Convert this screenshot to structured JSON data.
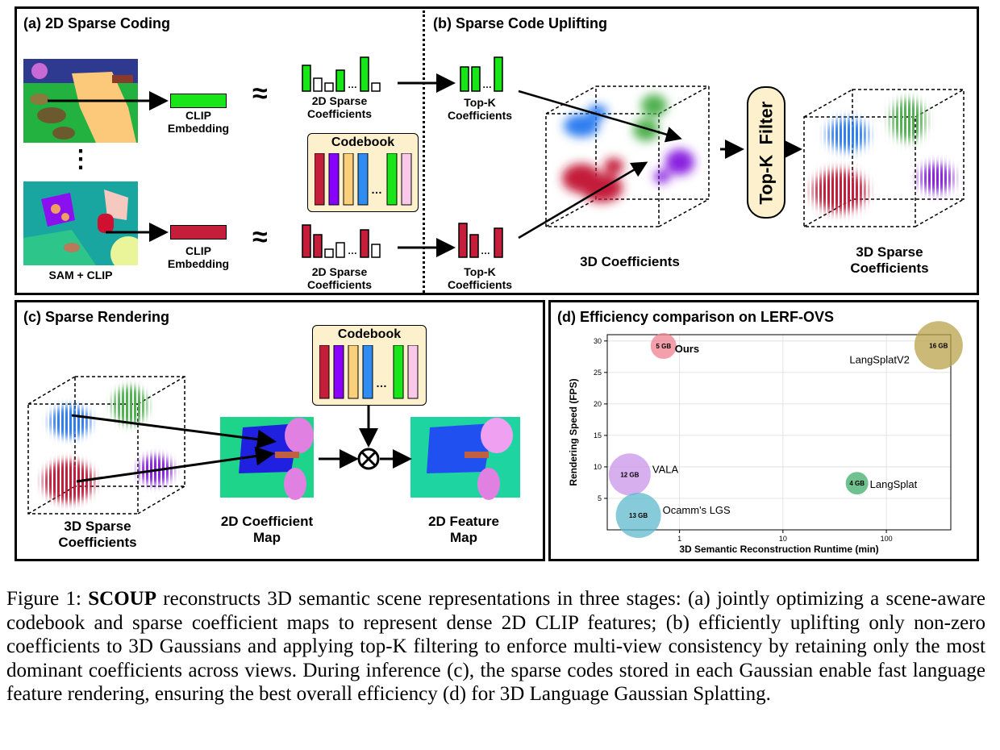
{
  "panel_a": {
    "title": "(a) 2D Sparse Coding",
    "clip_embedding_1": "CLIP\nEmbedding",
    "clip_embedding_2": "CLIP\nEmbedding",
    "approx": "≈",
    "sparse_coeffs_1": "2D Sparse\nCoefficients",
    "sparse_coeffs_2": "2D Sparse\nCoefficients",
    "codebook": "Codebook",
    "vdots": "⋮",
    "sam_clip": "SAM + CLIP"
  },
  "panel_b": {
    "title": "(b) Sparse Code Uplifting",
    "topk_1": "Top-K\nCoefficients",
    "topk_2": "Top-K\nCoefficients",
    "coeffs_3d": "3D Coefficients",
    "topk_filter": "Top-K  Filter",
    "sparse_3d": "3D Sparse\nCoefficients"
  },
  "panel_c": {
    "title": "(c) Sparse Rendering",
    "codebook": "Codebook",
    "sparse_3d": "3D Sparse\nCoefficients",
    "coeff_map": "2D Coefficient\nMap",
    "feature_map": "2D Feature\nMap",
    "otimes": "⊗"
  },
  "colors": {
    "green": "#19e619",
    "red": "#c41e3a",
    "codebook_bg": "#fdf0cc",
    "purple": "#8a00ff",
    "yellow": "#fcd07a",
    "blue": "#2f8cf0",
    "pink": "#f9c8ea"
  },
  "chart_data": {
    "type": "scatter",
    "title": "(d) Efficiency comparison on LERF-OVS",
    "xlabel": "3D Semantic Reconstruction Runtime (min)",
    "ylabel": "Rendering Speed (FPS)",
    "xscale": "log",
    "xlim": [
      0.2,
      420
    ],
    "ylim": [
      0,
      31
    ],
    "xticks": [
      1,
      10,
      100
    ],
    "xtick_labels": [
      "1",
      "10",
      "100"
    ],
    "yticks": [
      5,
      10,
      15,
      20,
      25,
      30
    ],
    "ytick_labels": [
      "5",
      "10",
      "15",
      "20",
      "25",
      "30"
    ],
    "grid": true,
    "points": [
      {
        "name": "Ours",
        "x": 0.7,
        "y": 29.2,
        "memory": "5 GB",
        "color": "#f08090",
        "bold": true
      },
      {
        "name": "LangSplatV2",
        "x": 320,
        "y": 29.3,
        "memory": "16 GB",
        "color": "#b8a24a",
        "bold": false
      },
      {
        "name": "VALA",
        "x": 0.33,
        "y": 8.8,
        "memory": "12 GB",
        "color": "#c994e8",
        "bold": false
      },
      {
        "name": "LangSplat",
        "x": 52,
        "y": 7.4,
        "memory": "4 GB",
        "color": "#3fae6a",
        "bold": false
      },
      {
        "name": "Ocamm's LGS",
        "x": 0.4,
        "y": 2.3,
        "memory": "13 GB",
        "color": "#5fb8cc",
        "bold": false
      }
    ]
  },
  "caption": {
    "fig_label": "Figure 1: ",
    "bold_name": "SCOUP",
    "text": " reconstructs 3D semantic scene representations in three stages: (a) jointly optimizing a scene-aware codebook and sparse coefficient maps to represent dense 2D CLIP features; (b) efficiently uplifting only non-zero coefficients to 3D Gaussians and applying top-K filtering to enforce multi-view consistency by retaining only the most dominant coefficients across views. During inference (c), the sparse codes stored in each Gaussian enable fast language feature rendering, ensuring the best overall efficiency (d) for 3D Language Gaussian Splatting."
  }
}
